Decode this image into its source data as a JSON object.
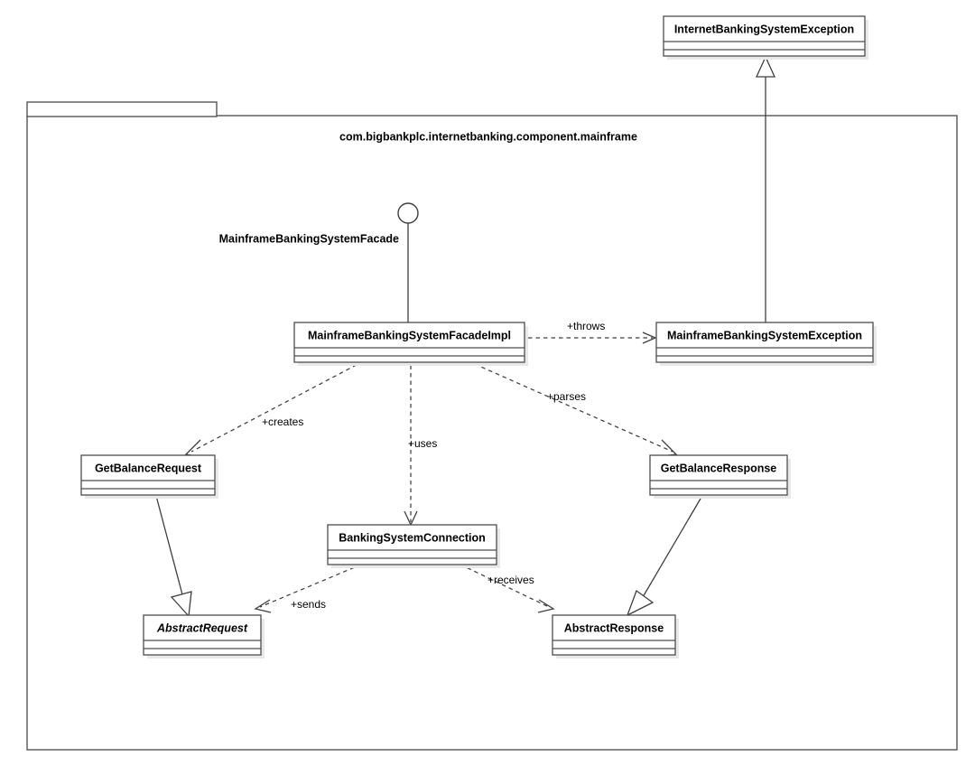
{
  "diagram": {
    "kind": "uml-class-diagram",
    "package": {
      "label": "com.bigbankplc.internetbanking.component.mainframe"
    },
    "interface": {
      "name": "MainframeBankingSystemFacade"
    },
    "classes": [
      {
        "id": "internet-banking-system-exception",
        "name": "InternetBankingSystemException",
        "abstract": false,
        "compartments": 3
      },
      {
        "id": "mainframe-banking-system-facade-impl",
        "name": "MainframeBankingSystemFacadeImpl",
        "abstract": false,
        "compartments": 3
      },
      {
        "id": "mainframe-banking-system-exception",
        "name": "MainframeBankingSystemException",
        "abstract": false,
        "compartments": 3
      },
      {
        "id": "get-balance-request",
        "name": "GetBalanceRequest",
        "abstract": false,
        "compartments": 3
      },
      {
        "id": "get-balance-response",
        "name": "GetBalanceResponse",
        "abstract": false,
        "compartments": 3
      },
      {
        "id": "banking-system-connection",
        "name": "BankingSystemConnection",
        "abstract": false,
        "compartments": 3
      },
      {
        "id": "abstract-request",
        "name": "AbstractRequest",
        "abstract": true,
        "compartments": 3
      },
      {
        "id": "abstract-response",
        "name": "AbstractResponse",
        "abstract": false,
        "compartments": 3
      }
    ],
    "relationships": [
      {
        "id": "throws",
        "label": "+throws",
        "type": "dependency",
        "from": "mainframe-banking-system-facade-impl",
        "to": "mainframe-banking-system-exception"
      },
      {
        "id": "creates",
        "label": "+creates",
        "type": "dependency",
        "from": "mainframe-banking-system-facade-impl",
        "to": "get-balance-request"
      },
      {
        "id": "uses",
        "label": "+uses",
        "type": "dependency",
        "from": "mainframe-banking-system-facade-impl",
        "to": "banking-system-connection"
      },
      {
        "id": "parses",
        "label": "+parses",
        "type": "dependency",
        "from": "mainframe-banking-system-facade-impl",
        "to": "get-balance-response"
      },
      {
        "id": "sends",
        "label": "+sends",
        "type": "dependency",
        "from": "banking-system-connection",
        "to": "abstract-request"
      },
      {
        "id": "receives",
        "label": "+receives",
        "type": "dependency",
        "from": "banking-system-connection",
        "to": "abstract-response"
      },
      {
        "id": "exception-generalization",
        "label": "",
        "type": "generalization",
        "from": "mainframe-banking-system-exception",
        "to": "internet-banking-system-exception"
      },
      {
        "id": "request-generalization",
        "label": "",
        "type": "generalization",
        "from": "get-balance-request",
        "to": "abstract-request"
      },
      {
        "id": "response-generalization",
        "label": "",
        "type": "generalization",
        "from": "get-balance-response",
        "to": "abstract-response"
      }
    ],
    "colors": {
      "background": "#ffffff",
      "box_fill": "#ffffff",
      "box_stroke": "#4d4d4d",
      "shadow": "#e9e9e9",
      "edge": "#3f3f3f",
      "text": "#000000"
    }
  }
}
